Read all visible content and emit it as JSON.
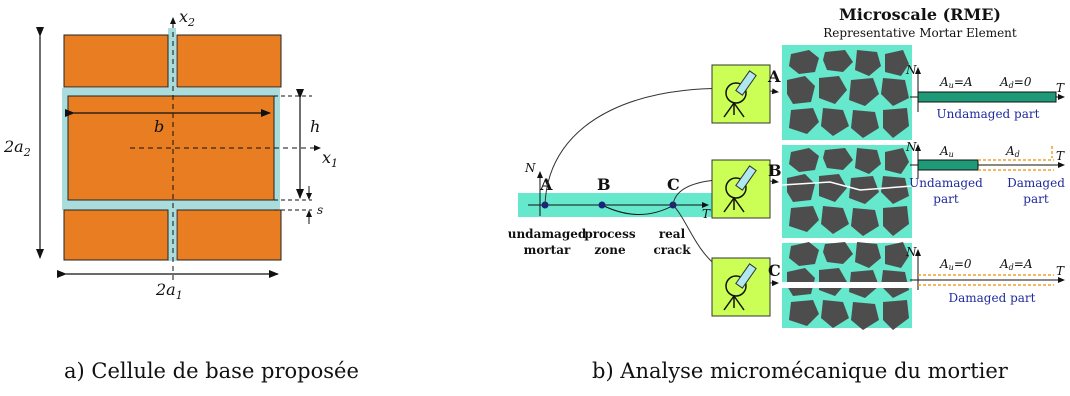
{
  "panel_a": {
    "axis_x1": "x",
    "axis_x1_sub": "1",
    "axis_x2": "x",
    "axis_x2_sub": "2",
    "dim_b": "b",
    "dim_h": "h",
    "dim_s": "s",
    "dim_2a2": "2a",
    "dim_2a2_sub": "2",
    "dim_2a1": "2a",
    "dim_2a1_sub": "1",
    "caption": "a) Cellule de base proposée"
  },
  "panel_b": {
    "title": "Microscale (RME)",
    "subtitle": "Representative Mortar Element",
    "axis_n": "N",
    "axis_t": "T",
    "points": [
      {
        "label": "A",
        "desc1": "undamaged",
        "desc2": "mortar"
      },
      {
        "label": "B",
        "desc1": "process",
        "desc2": "zone"
      },
      {
        "label": "C",
        "desc1": "real",
        "desc2": "crack"
      }
    ],
    "scope_labels": [
      "A",
      "B",
      "C"
    ],
    "rows": [
      {
        "au": "A",
        "au_val": "=A",
        "ad": "A",
        "ad_val": "=0",
        "label1": "Undamaged part",
        "label2": ""
      },
      {
        "au": "A",
        "au_val": "",
        "ad": "A",
        "ad_val": "",
        "label1": "Undamaged",
        "label1b": "part",
        "label2": "Damaged",
        "label2b": "part"
      },
      {
        "au": "A",
        "au_val": "=0",
        "ad": "A",
        "ad_val": "=A",
        "label1": "Damaged part",
        "label2": ""
      }
    ],
    "caption": "b) Analyse micromécanique du mortier"
  },
  "colors": {
    "brick": "#e87d22",
    "mortar": "#aadcdc",
    "teal": "#66e8cc",
    "scope": "#ccff55",
    "stone": "#4d4d4d",
    "bar_green": "#1f9a78",
    "damage": "#f0a030",
    "label_blue": "#1f2a9e"
  }
}
